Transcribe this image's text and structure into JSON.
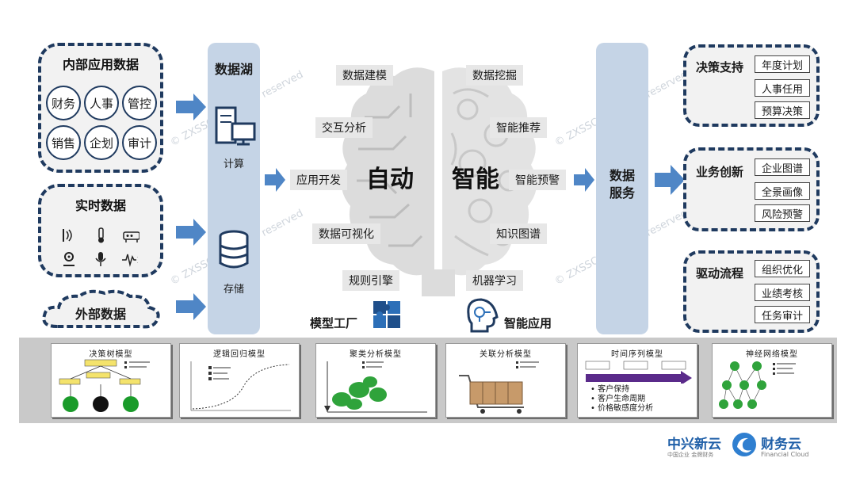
{
  "internal": {
    "title": "内部应用数据",
    "items": [
      "财务",
      "人事",
      "管控",
      "销售",
      "企划",
      "审计"
    ]
  },
  "realtime": {
    "title": "实时数据"
  },
  "external": {
    "title": "外部数据"
  },
  "data_lake": {
    "title": "数据湖",
    "compute": "计算",
    "storage": "存储"
  },
  "brain": {
    "left_word": "自动",
    "right_word": "智能",
    "left_labels": [
      "数据建模",
      "交互分析",
      "应用开发",
      "数据可视化",
      "规则引擎"
    ],
    "right_labels": [
      "数据挖掘",
      "智能推荐",
      "智能预警",
      "知识图谱",
      "机器学习"
    ]
  },
  "model_factory": "模型工厂",
  "smart_apps": "智能应用",
  "data_service": {
    "line1": "数据",
    "line2": "服务"
  },
  "outputs": [
    {
      "title": "决策支持",
      "items": [
        "年度计划",
        "人事任用",
        "预算决策"
      ]
    },
    {
      "title": "业务创新",
      "items": [
        "企业图谱",
        "全景画像",
        "风险预警"
      ]
    },
    {
      "title": "驱动流程",
      "items": [
        "组织优化",
        "业绩考核",
        "任务审计"
      ]
    }
  ],
  "models": [
    {
      "title": "决策树模型"
    },
    {
      "title": "逻辑回归模型"
    },
    {
      "title": "聚类分析模型"
    },
    {
      "title": "关联分析模型"
    },
    {
      "title": "时间序列模型",
      "bullets": [
        "客户保持",
        "客户生命周期",
        "价格敏感度分析"
      ]
    },
    {
      "title": "神经网络模型"
    }
  ],
  "watermark": "© ZXSSC. All rights reserved",
  "logo": {
    "left": "中兴新云",
    "right": "财务云",
    "sub_left": "中国企业 金牌财务",
    "sub_right": "Financial Cloud"
  },
  "colors": {
    "navy": "#1f3a5f",
    "arrow": "#4f86c6",
    "column": "#c5d4e6",
    "green": "#1a9b2a"
  }
}
